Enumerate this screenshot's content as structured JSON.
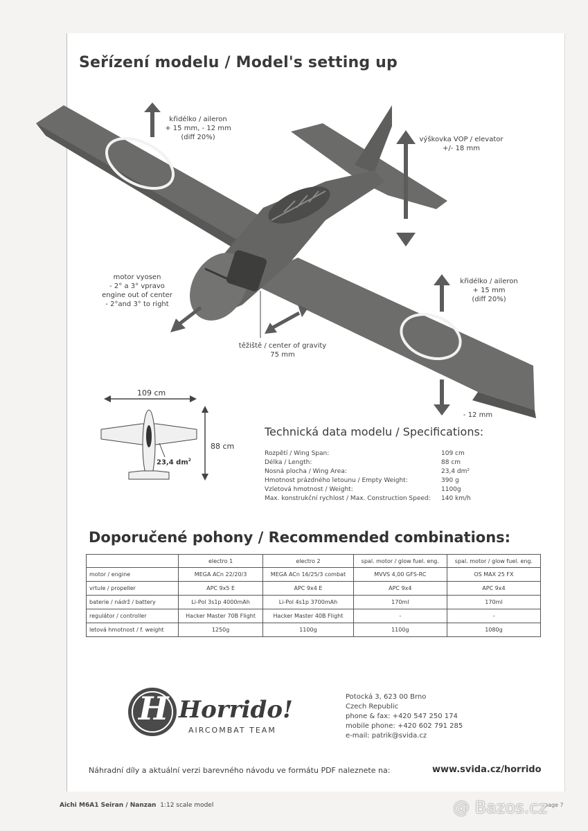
{
  "title": "Seřízení modelu / Model's setting up",
  "annotations": {
    "aileron_left": [
      "křidélko / aileron",
      "+ 15 mm, - 12 mm",
      "(diff 20%)"
    ],
    "elevator": [
      "výškovka VOP / elevator",
      "+/- 18 mm"
    ],
    "aileron_right": [
      "křidélko / aileron",
      "+ 15 mm",
      "(diff 20%)"
    ],
    "aileron_right_down": "- 12 mm",
    "motor": [
      "motor vyosen",
      "- 2° a 3° vpravo",
      "engine out of center",
      "- 2°and 3° to right"
    ],
    "cog": [
      "těžiště / center of gravity",
      "75 mm"
    ]
  },
  "dims": {
    "span": "109 cm",
    "length": "88 cm",
    "area": "23,4 dm",
    "area_sup": "2"
  },
  "specs": {
    "title": "Technická data modelu / Specifications:",
    "rows": [
      {
        "label": "Rozpětí / Wing Span:",
        "value": "109 cm"
      },
      {
        "label": "Délka / Length:",
        "value": "88 cm"
      },
      {
        "label": "Nosná plocha / Wing Area:",
        "value": "23,4 dm²"
      },
      {
        "label": "Hmotnost prázdného letounu / Empty Weight:",
        "value": "390 g"
      },
      {
        "label": "Vzletová hmotnost / Weight:",
        "value": "1100g"
      },
      {
        "label": "Max. konstrukční rychlost / Max. Construction Speed:",
        "value": "140 km/h"
      }
    ]
  },
  "combinations": {
    "title": "Doporučené pohony / Recommended combinations:",
    "headers": [
      "",
      "electro 1",
      "electro 2",
      "spal. motor / glow fuel. eng.",
      "spal. motor / glow fuel. eng."
    ],
    "rows": [
      [
        "motor / engine",
        "MEGA ACn 22/20/3",
        "MEGA ACn 16/25/3 combat",
        "MVVS 4,00 GFS-RC",
        "OS MAX 25 FX"
      ],
      [
        "vrtule / propeller",
        "APC 9x5 E",
        "APC 9x4 E",
        "APC 9x4",
        "APC 9x4"
      ],
      [
        "baterie / nádrž / battery",
        "Li-Pol 3s1p 4000mAh",
        "Li-Pol 4s1p 3700mAh",
        "170ml",
        "170ml"
      ],
      [
        "regulátor / controller",
        "Hacker Master 70B Flight",
        "Hacker Master 40B Flight",
        "-",
        "-"
      ],
      [
        "letová hmotnost / f. weight",
        "1250g",
        "1100g",
        "1100g",
        "1080g"
      ]
    ]
  },
  "logo": {
    "mark": "H",
    "name": "Horrido!",
    "tagline": "AIRCOMBAT TEAM"
  },
  "contact": [
    "Potocká 3, 623 00 Brno",
    "Czech Republic",
    "phone & fax: +420 547 250 174",
    "mobile phone: +420 602 791 285",
    "e-mail: patrik@svida.cz"
  ],
  "footer": {
    "note": "Náhradní díly a aktuální verzi barevného návodu ve formátu PDF naleznete na:",
    "url": "www.svida.cz/horrido",
    "model_bold": "Aichi M6A1 Seiran / Nanzan",
    "model_scale": "1:12 scale model",
    "page": "page 7"
  },
  "watermark": "@ Bazos.cz",
  "colors": {
    "plane": "#6b6c6a",
    "plane_dark": "#4a4b49",
    "arrow": "#5c5c5c",
    "text": "#3a3a3a"
  }
}
